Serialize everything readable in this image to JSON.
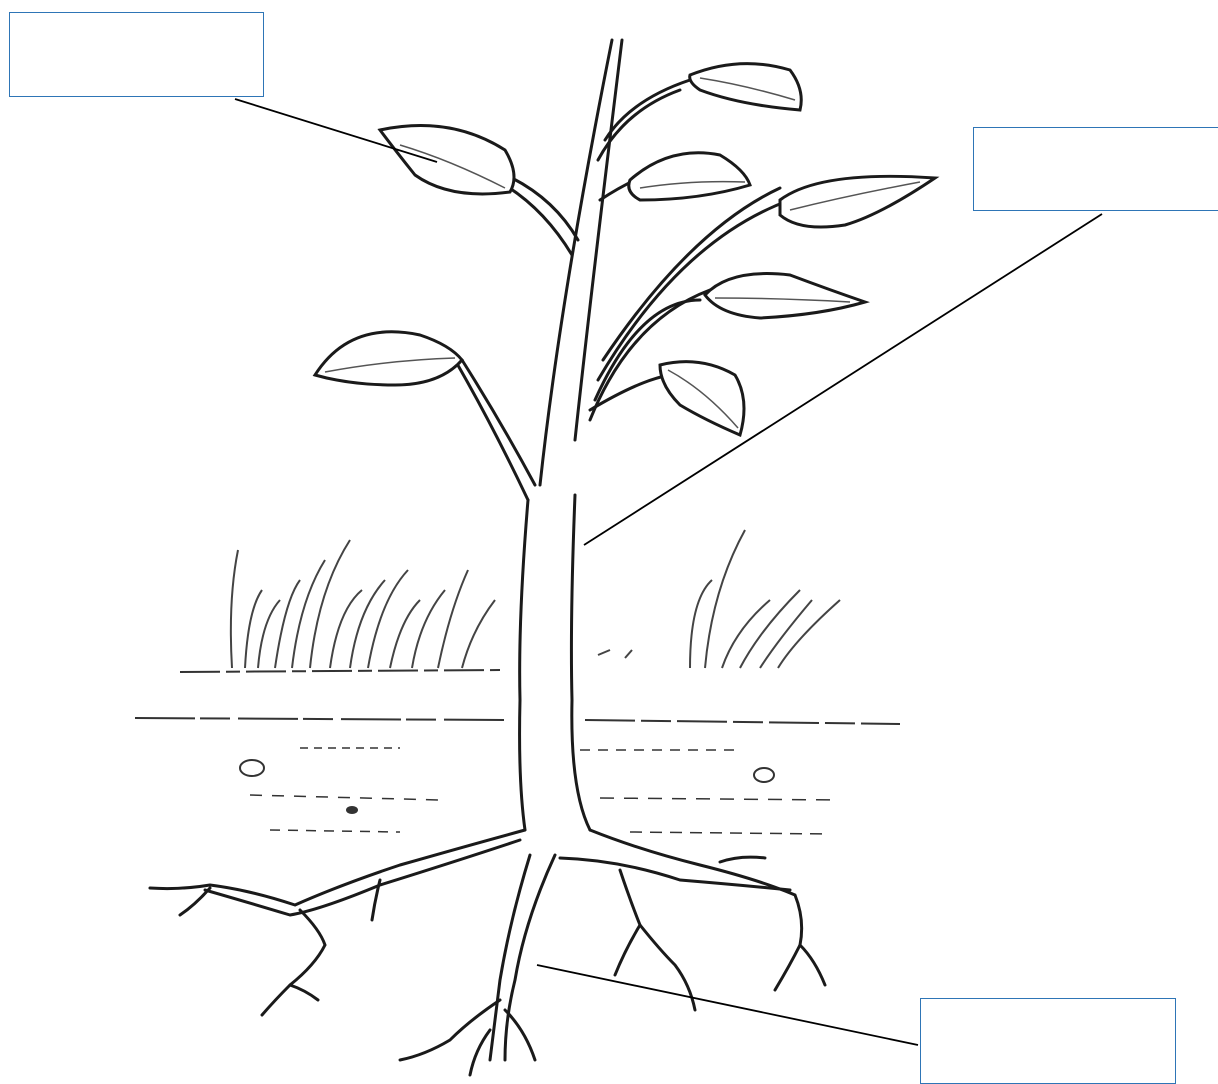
{
  "diagram": {
    "subject": "plant-parts-labelling-worksheet",
    "labels": [
      {
        "id": "leaf",
        "text": ""
      },
      {
        "id": "stem",
        "text": ""
      },
      {
        "id": "root",
        "text": ""
      }
    ],
    "colors": {
      "box_border": "#2e75b6",
      "drawing_line": "#1a1a1a",
      "pointer_line": "#000000",
      "background": "#ffffff"
    }
  }
}
